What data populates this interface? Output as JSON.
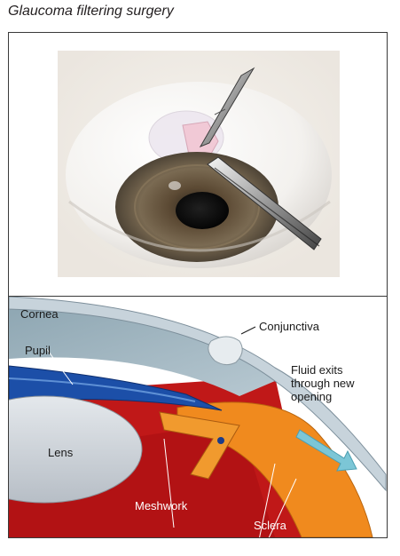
{
  "title": "Glaucoma filtering surgery",
  "labels": {
    "cornea": "Cornea",
    "pupil": "Pupil",
    "lens": "Lens",
    "conjunctiva": "Conjunctiva",
    "fluid_line1": "Fluid exits",
    "fluid_line2": "through new",
    "fluid_line3": "opening",
    "meshwork": "Meshwork",
    "sclera": "Sclera"
  },
  "colors": {
    "iris": "#6b5a44",
    "sclera_orange": "#f08a1e",
    "cornea_blue": "#9fb8c6",
    "fluid_arrow": "#7cc6d6",
    "blood_red": "#c01818"
  }
}
